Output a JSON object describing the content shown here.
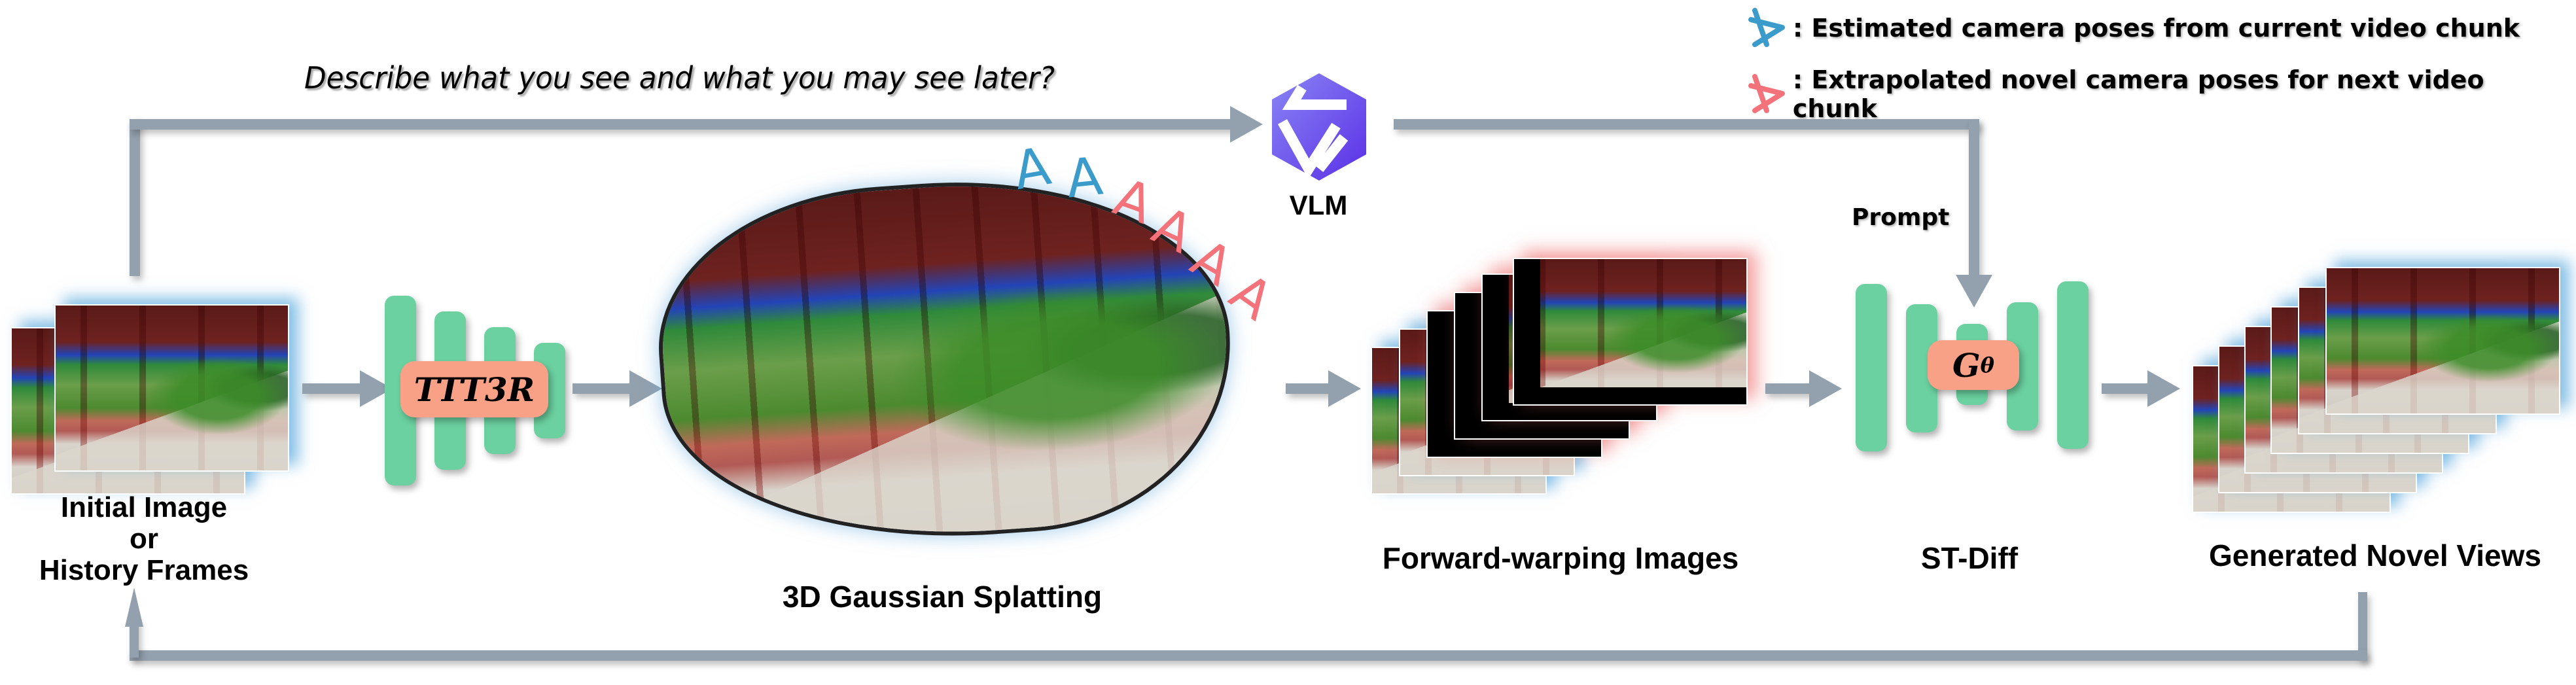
{
  "legend": {
    "items": [
      {
        "icon": "camera-pose-blue-icon",
        "color": "#3b9ccb",
        "label": ": Estimated camera poses from current video chunk"
      },
      {
        "icon": "camera-pose-red-icon",
        "color": "#f4727a",
        "label": ": Extrapolated novel camera poses for next video chunk"
      }
    ]
  },
  "prompt_question": "Describe what you see and what you may see later?",
  "vlm": {
    "label": "VLM",
    "icon": "qwen-logo-icon",
    "color": "#5b45e8"
  },
  "prompt_label": "Prompt",
  "stages": {
    "input": {
      "label_lines": [
        "Initial Image",
        "or",
        "History Frames"
      ]
    },
    "ttt3r": {
      "label": "TTT3R"
    },
    "gaussian": {
      "label": "3D Gaussian Splatting"
    },
    "warping": {
      "label": "Forward-warping Images"
    },
    "stdiff": {
      "label": "ST-Diff",
      "chip": "G",
      "chip_sub": "θ"
    },
    "novel": {
      "label": "Generated Novel Views"
    }
  },
  "camera_poses": {
    "estimated_count": 2,
    "extrapolated_count": 4,
    "estimated_color": "#3b9ccb",
    "extrapolated_color": "#f4727a"
  },
  "colors": {
    "arrow": "#93a0ad",
    "block_green": "#6bd1a0",
    "chip_salmon": "#f9a187"
  }
}
